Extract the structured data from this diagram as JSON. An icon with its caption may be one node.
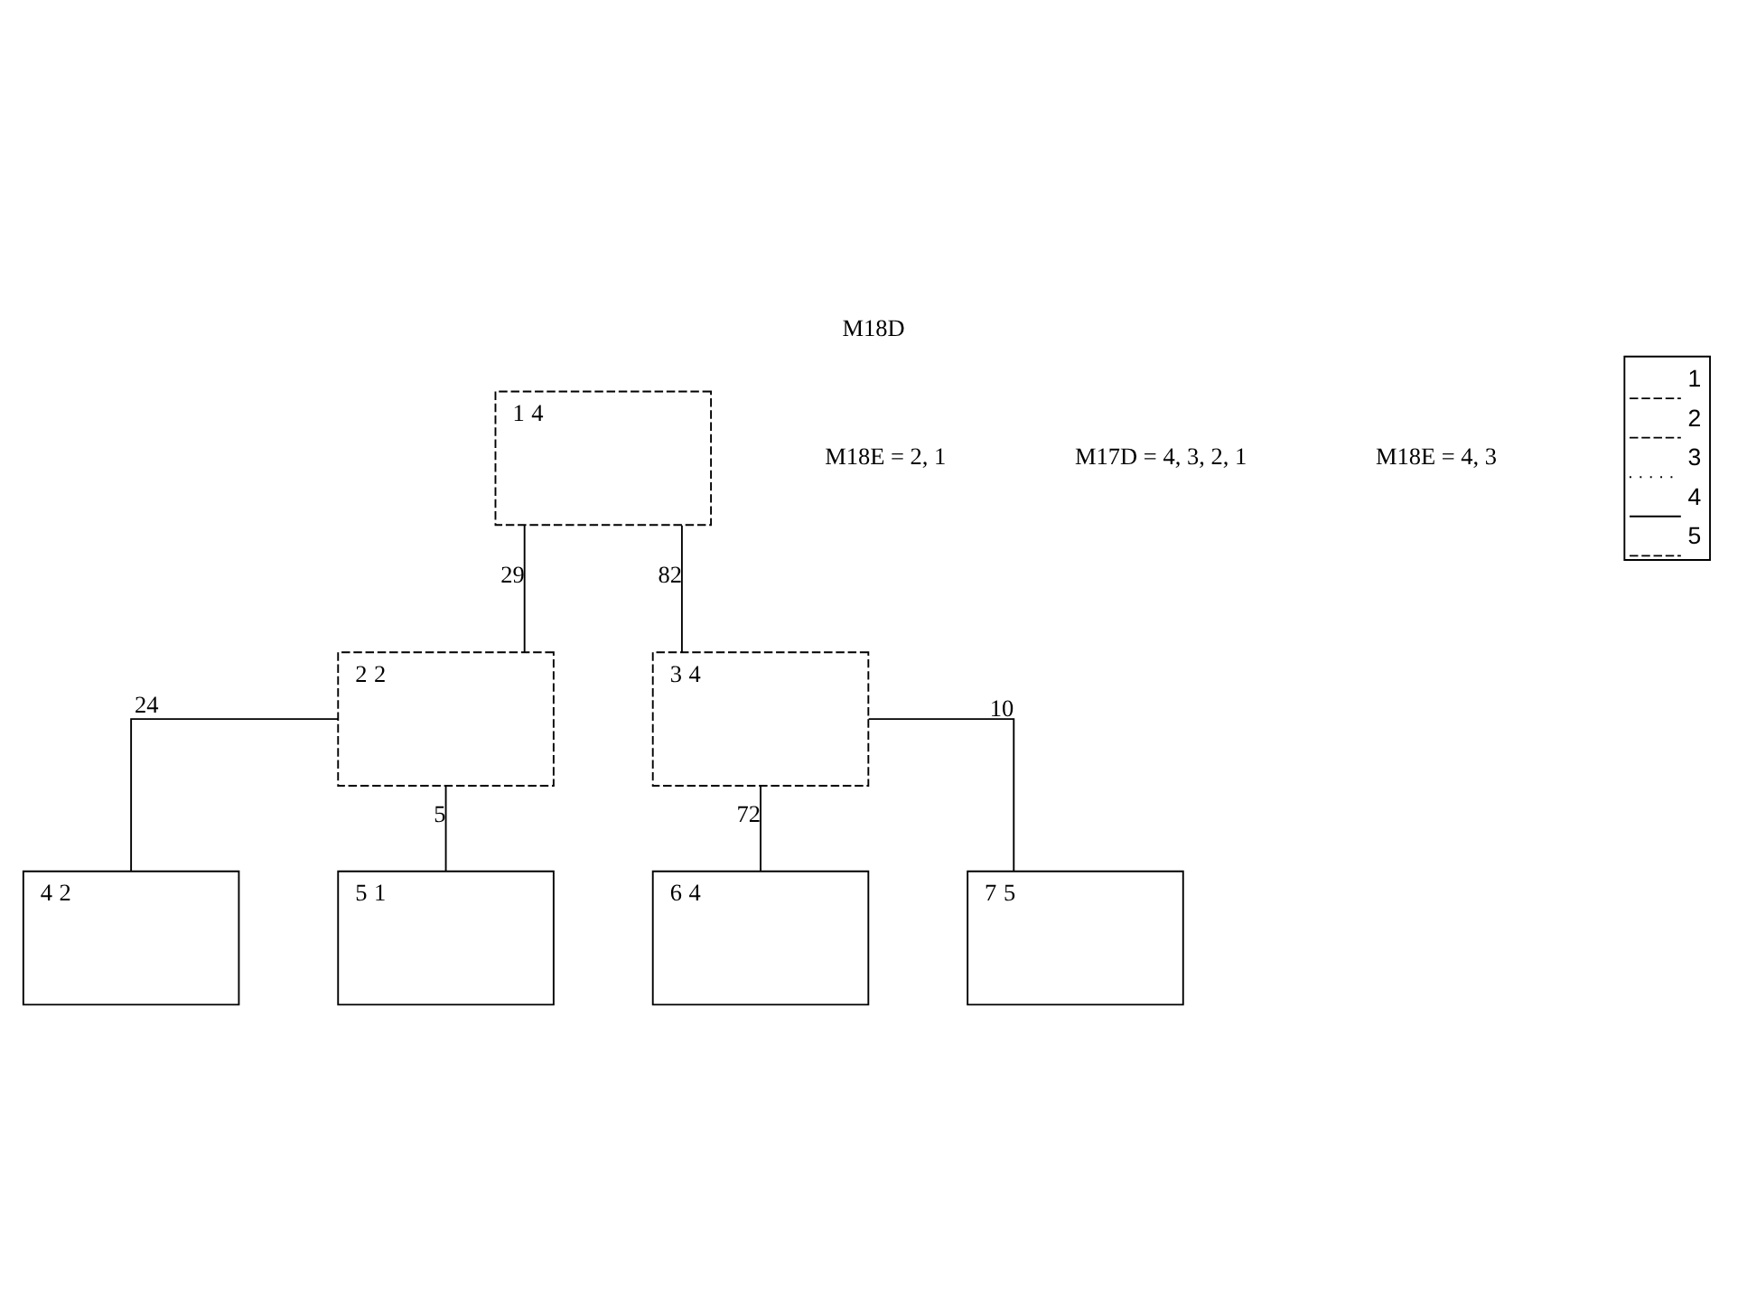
{
  "diagram": {
    "title": "M18D",
    "nodes": [
      {
        "text": [
          "1",
          "4"
        ]
      },
      {
        "text": [
          "2",
          "2"
        ]
      },
      {
        "text": [
          "3",
          "4"
        ]
      },
      {
        "text": [
          "4",
          "2"
        ]
      },
      {
        "text": [
          "5",
          "1"
        ]
      },
      {
        "text": [
          "6",
          "4"
        ]
      },
      {
        "text": [
          "7",
          "5"
        ]
      }
    ],
    "edges": [
      {
        "from": 0,
        "to": 1,
        "arrow": "none",
        "label": "29"
      },
      {
        "from": 0,
        "to": 2,
        "arrow": "none",
        "label": "82"
      },
      {
        "from": 1,
        "to": 3,
        "arrow": "none",
        "label": "24"
      },
      {
        "from": 1,
        "to": 4,
        "arrow": "none",
        "label": "5"
      },
      {
        "from": 2,
        "to": 5,
        "arrow": "none",
        "label": "72"
      },
      {
        "from": 2,
        "to": 6,
        "arrow": "none",
        "label": "10"
      }
    ],
    "labels": [
      "M18E = 2, 1",
      "M17D = 4, 3, 2, 1",
      "M18E = 4, 3"
    ],
    "legend": [
      {
        "text": "1"
      },
      {
        "text": "2"
      },
      {
        "text": "3"
      },
      {
        "text": "4"
      },
      {
        "text": "5"
      }
    ]
  }
}
